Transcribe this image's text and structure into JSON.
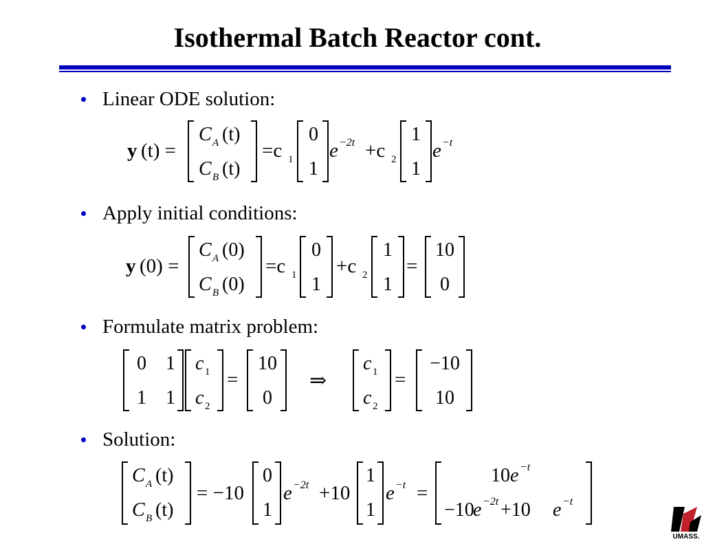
{
  "slide": {
    "title": "Isothermal Batch Reactor cont."
  },
  "theme": {
    "rule_color": "#0000c0",
    "bullet_color": "#0000c0",
    "logo_red": "#c0202a"
  },
  "bullets": [
    {
      "text": "Linear ODE solution:"
    },
    {
      "text": "Apply initial conditions:"
    },
    {
      "text": "Formulate matrix problem:"
    },
    {
      "text": "Solution:"
    }
  ],
  "equations": {
    "general_solution": {
      "lhs_y": "y",
      "lhs_arg": "(t) =",
      "vec_top_C": "C",
      "vec_top_sub": "A",
      "vec_top_arg": "(t)",
      "vec_bot_C": "C",
      "vec_bot_sub": "B",
      "vec_bot_arg": "(t)",
      "eq_c": "=c",
      "c1_sub": "1",
      "v1_top": "0",
      "v1_bot": "1",
      "e1": "e",
      "e1_exp": "−2t",
      "plus_c": "+c",
      "c2_sub": "2",
      "v2_top": "1",
      "v2_bot": "1",
      "e2": "e",
      "e2_exp": "−t"
    },
    "initial_conditions": {
      "lhs_y": "y",
      "lhs_arg": "(0) =",
      "vec_top_C": "C",
      "vec_top_sub": "A",
      "vec_top_arg": "(0)",
      "vec_bot_C": "C",
      "vec_bot_sub": "B",
      "vec_bot_arg": "(0)",
      "eq_c": "=c",
      "c1_sub": "1",
      "v1_top": "0",
      "v1_bot": "1",
      "plus_c": "+c",
      "c2_sub": "2",
      "v2_top": "1",
      "v2_bot": "1",
      "eq": "=",
      "v3_top": "10",
      "v3_bot": "0"
    },
    "matrix_problem": {
      "m11": "0",
      "m12": "1",
      "m21": "1",
      "m22": "1",
      "c_top": "c",
      "c_top_sub": "1",
      "c_bot": "c",
      "c_bot_sub": "2",
      "eq1": "=",
      "rhs_top": "10",
      "rhs_bot": "0",
      "implies": "⇒",
      "c2_top": "c",
      "c2_top_sub": "1",
      "c2_bot": "c",
      "c2_bot_sub": "2",
      "eq2": "=",
      "sol_top": "−10",
      "sol_bot": "10"
    },
    "solution": {
      "vec_top_C": "C",
      "vec_top_sub": "A",
      "vec_top_arg": "(t)",
      "vec_bot_C": "C",
      "vec_bot_sub": "B",
      "vec_bot_arg": "(t)",
      "eq_coef": "= −10",
      "v1_top": "0",
      "v1_bot": "1",
      "e1": "e",
      "e1_exp": "−2t",
      "plus_coef": "+10",
      "v2_top": "1",
      "v2_bot": "1",
      "e2": "e",
      "e2_exp": "−t",
      "eq": "=",
      "r_top_coef": "10",
      "r_top_e": "e",
      "r_top_exp": "−t",
      "r_bot_coef": "−10",
      "r_bot_e": "e",
      "r_bot_exp": "−2t",
      "r_bot_plus": " +10",
      "r_bot_e2": "e",
      "r_bot_exp2": "−t"
    }
  },
  "logo": {
    "text": "UMASS."
  }
}
